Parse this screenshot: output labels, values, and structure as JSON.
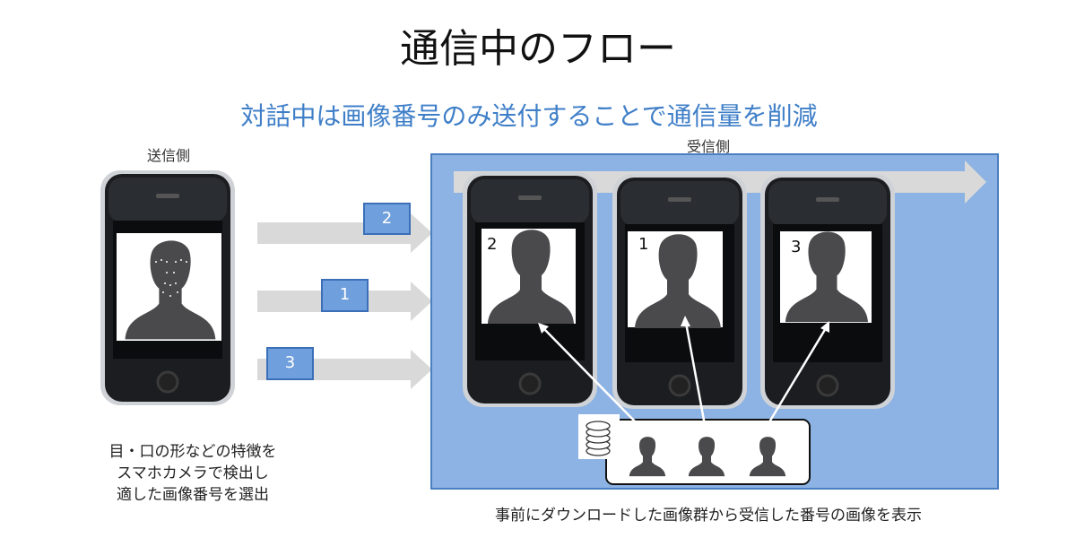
{
  "title": "通信中のフロー",
  "subtitle": "対話中は画像番号のみ送付することで通信量を削減",
  "sender": {
    "label": "送信側",
    "description": [
      "目・口の形などの特徴を",
      "スマホカメラで検出し",
      "適した画像番号を選出"
    ]
  },
  "transmissions": [
    "2",
    "1",
    "3"
  ],
  "receiver": {
    "label": "受信側",
    "screens": [
      "2",
      "1",
      "3"
    ],
    "caption": "事前にダウンロードした画像群から受信した番号の画像を表示"
  },
  "colors": {
    "accent": "#3f7fc8",
    "panel": "#8cb3e3",
    "box": "#6f9fdc"
  },
  "icons": [
    "smartphone-icon",
    "database-icon",
    "person-silhouette-icon",
    "arrow-right-icon"
  ]
}
